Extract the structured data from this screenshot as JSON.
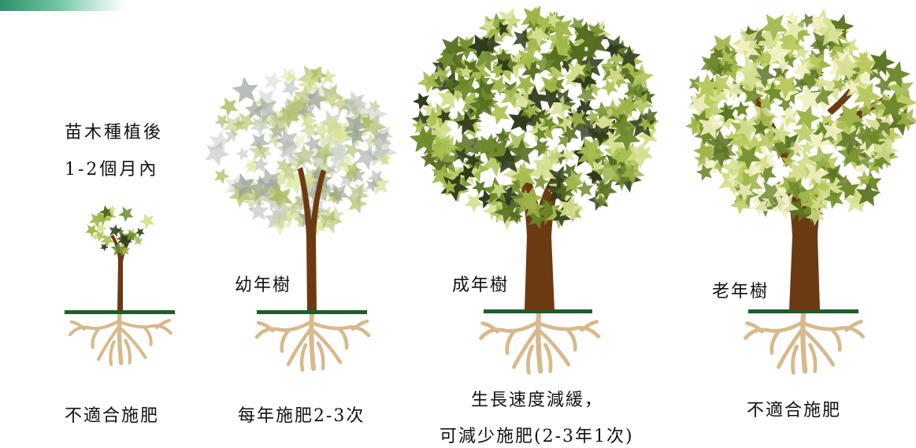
{
  "intro": {
    "line1": "苗木種植後",
    "line2": "1-2個月內"
  },
  "stages": [
    {
      "name": "",
      "advice": "不適合施肥",
      "advice2": ""
    },
    {
      "name": "幼年樹",
      "advice": "每年施肥2-3次",
      "advice2": ""
    },
    {
      "name": "成年樹",
      "advice": "生長速度減緩，",
      "advice2": "可減少施肥(2-3年1次)"
    },
    {
      "name": "老年樹",
      "advice": "不適合施肥",
      "advice2": ""
    }
  ],
  "colors": {
    "ground": "#1d5e2b",
    "trunk": "#6b3a12",
    "roots": "#d7b98c",
    "leaf_dark": "#6f8a2c",
    "leaf_mid": "#9fb54a",
    "leaf_light": "#d4df8e",
    "leaf_gray": "#9aa39a"
  }
}
